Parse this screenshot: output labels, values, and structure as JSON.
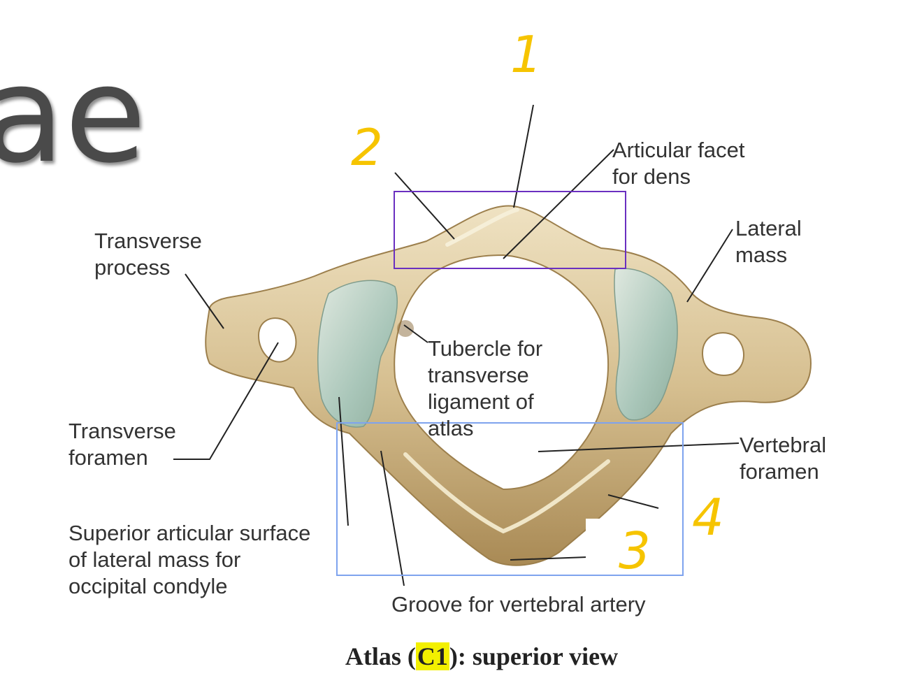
{
  "slide": {
    "title_fragment": "ae"
  },
  "diagram": {
    "labels": {
      "articular_facet": "Articular facet\nfor dens",
      "lateral_mass": "Lateral\nmass",
      "transverse_process": "Transverse\nprocess",
      "tubercle": "Tubercle for\ntransverse\nligament of\natlas",
      "transverse_foramen": "Transverse\nforamen",
      "vertebral_foramen": "Vertebral\nforamen",
      "superior_articular": "Superior articular surface\nof lateral mass for\noccipital condyle",
      "groove": "Groove for vertebral artery"
    },
    "caption": {
      "prefix": "Atlas (",
      "highlight": "C1",
      "suffix": "): superior view"
    },
    "handwritten_numbers": {
      "n1": "1",
      "n2": "2",
      "n3": "3",
      "n4": "4"
    },
    "colors": {
      "bone": "#d9c49a",
      "bone_shadow": "#b09565",
      "cartilage": "#b7cfc0",
      "purple_box": "#6a2fc0",
      "blue_box": "#7ea3ee",
      "annotation": "#f6c400"
    }
  }
}
